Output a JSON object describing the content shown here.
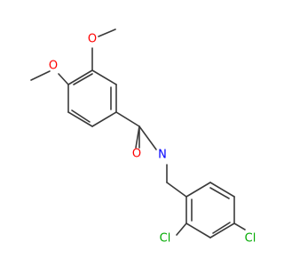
{
  "molecule": {
    "atoms": [
      {
        "id": "o_methoxy_top",
        "label": "O",
        "color": "#ff0000"
      },
      {
        "id": "o_methoxy_left",
        "label": "O",
        "color": "#ff0000"
      },
      {
        "id": "o_carbonyl",
        "label": "O",
        "color": "#ff0000"
      },
      {
        "id": "n_amide",
        "label": "N",
        "color": "#0000ff"
      },
      {
        "id": "cl_ortho",
        "label": "Cl",
        "color": "#00aa00"
      },
      {
        "id": "cl_para",
        "label": "Cl",
        "color": "#00aa00"
      }
    ],
    "bond_color": "#3a3a3a"
  }
}
